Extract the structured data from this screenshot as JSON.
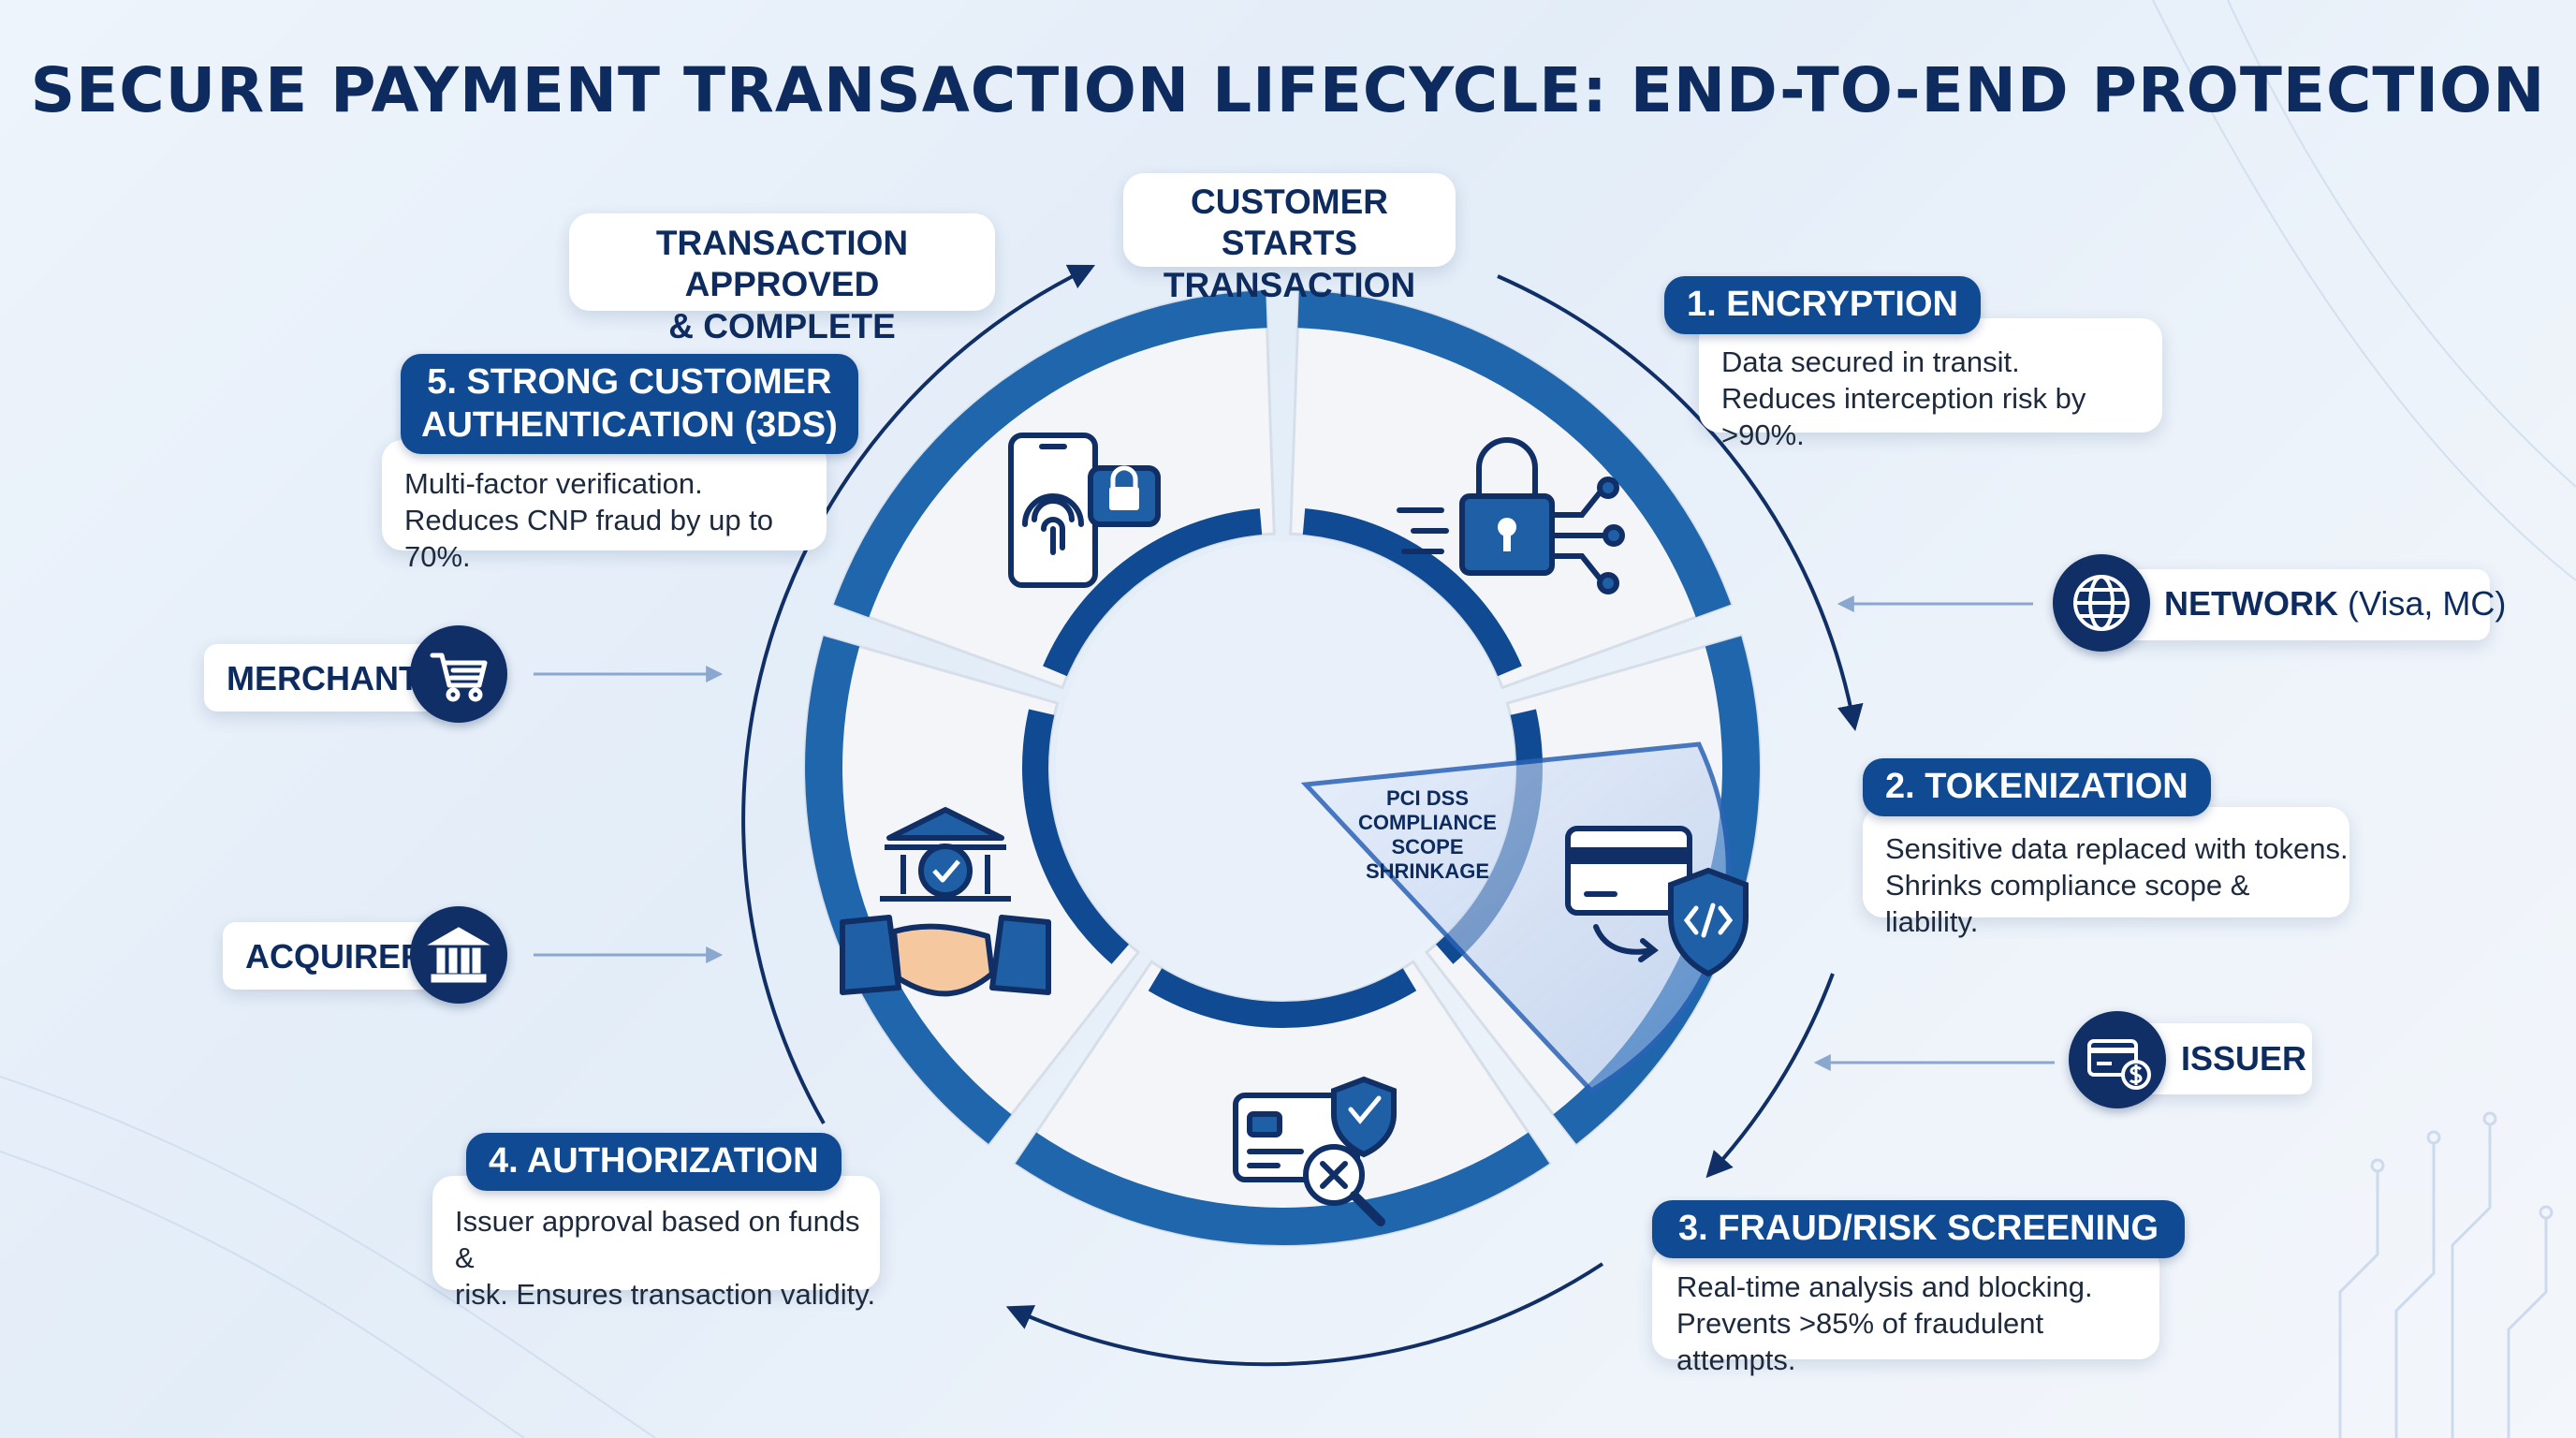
{
  "title": "SECURE PAYMENT TRANSACTION LIFECYCLE: END-TO-END PROTECTION",
  "cycle": {
    "start_label": "CUSTOMER STARTS\nTRANSACTION",
    "end_label": "TRANSACTION APPROVED\n& COMPLETE",
    "overlay_label": "PCI DSS\nCOMPLIANCE\nSCOPE\nSHRINKAGE"
  },
  "steps": [
    {
      "label": "1. ENCRYPTION",
      "description": "Data secured in transit.\nReduces interception risk by >90%.",
      "icon": "padlock-circuit-icon"
    },
    {
      "label": "2. TOKENIZATION",
      "description": "Sensitive data replaced with tokens.\nShrinks compliance scope & liability.",
      "icon": "card-token-shield-icon"
    },
    {
      "label": "3. FRAUD/RISK SCREENING",
      "description": "Real-time analysis and blocking.\nPrevents >85% of fraudulent attempts.",
      "icon": "card-fraud-magnifier-icon"
    },
    {
      "label": "4. AUTHORIZATION",
      "description": "Issuer approval based on funds &\nrisk. Ensures transaction validity.",
      "icon": "bank-handshake-icon"
    },
    {
      "label": "5. STRONG CUSTOMER\nAUTHENTICATION (3DS)",
      "description": "Multi-factor verification.\nReduces CNP fraud by up to 70%.",
      "icon": "phone-fingerprint-icon"
    }
  ],
  "entities": {
    "merchant": {
      "label": "MERCHANT",
      "icon": "cart-icon"
    },
    "acquirer": {
      "label": "ACQUIRER",
      "icon": "bank-icon"
    },
    "network": {
      "label": "NETWORK",
      "detail": " (Visa, MC)",
      "icon": "globe-icon"
    },
    "issuer": {
      "label": "ISSUER",
      "icon": "card-dollar-icon"
    }
  },
  "colors": {
    "navy": "#0d2b5e",
    "primary_blue": "#0f4a93",
    "ring_blue": "#1f66ad",
    "segment_fill": "#f3f5f8",
    "background": "#e8f0f9"
  }
}
